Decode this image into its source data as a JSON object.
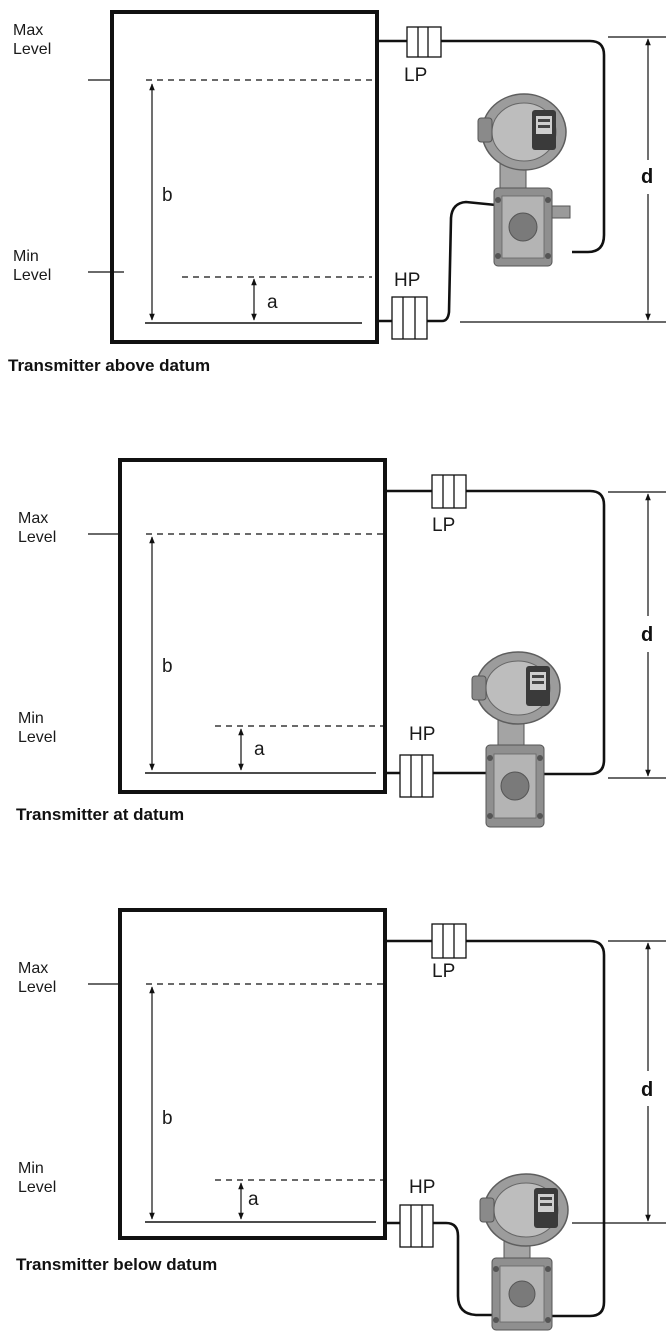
{
  "colors": {
    "line": "#111111",
    "transmitter_body": "#9c9c9c",
    "transmitter_dark": "#5e5e5e",
    "transmitter_light": "#cfcfcf",
    "display": "#3a3a3a"
  },
  "icon": "pressure-transmitter-icon",
  "panels": [
    {
      "caption": "Transmitter above datum",
      "max_level": "Max\nLevel",
      "min_level": "Min\nLevel",
      "span_label": "b",
      "zero_label": "a",
      "lp_label": "LP",
      "hp_label": "HP",
      "height_label": "d"
    },
    {
      "caption": "Transmitter at datum",
      "max_level": "Max\nLevel",
      "min_level": "Min\nLevel",
      "span_label": "b",
      "zero_label": "a",
      "lp_label": "LP",
      "hp_label": "HP",
      "height_label": "d"
    },
    {
      "caption": "Transmitter below datum",
      "max_level": "Max\nLevel",
      "min_level": "Min\nLevel",
      "span_label": "b",
      "zero_label": "a",
      "lp_label": "LP",
      "hp_label": "HP",
      "height_label": "d"
    }
  ]
}
